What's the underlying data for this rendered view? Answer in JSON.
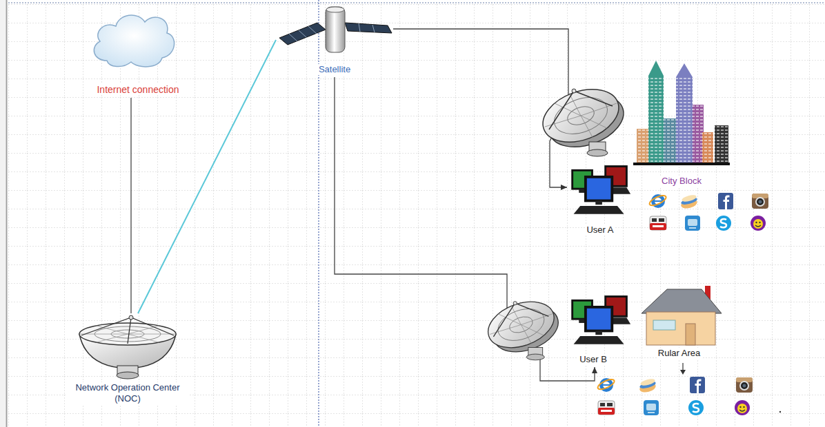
{
  "diagram": {
    "nodes": [
      {
        "text": [
          "Internet connection"
        ]
      },
      {
        "text": [
          "Satellite"
        ]
      },
      {
        "text": [
          "City Block"
        ]
      },
      {
        "text": [
          "User A"
        ]
      },
      {
        "text": [
          "User B"
        ]
      },
      {
        "text": [
          "Rular Area"
        ]
      },
      {
        "text": [
          "Network Operation Center (NOC)"
        ]
      }
    ],
    "edges": [
      {
        "from": 0,
        "to": 6,
        "arrow": "none"
      },
      {
        "from": 6,
        "to": 1,
        "arrow": "none"
      },
      {
        "from": 1,
        "to": 3,
        "arrow": "to"
      },
      {
        "from": 1,
        "to": 4,
        "arrow": "to"
      }
    ]
  }
}
